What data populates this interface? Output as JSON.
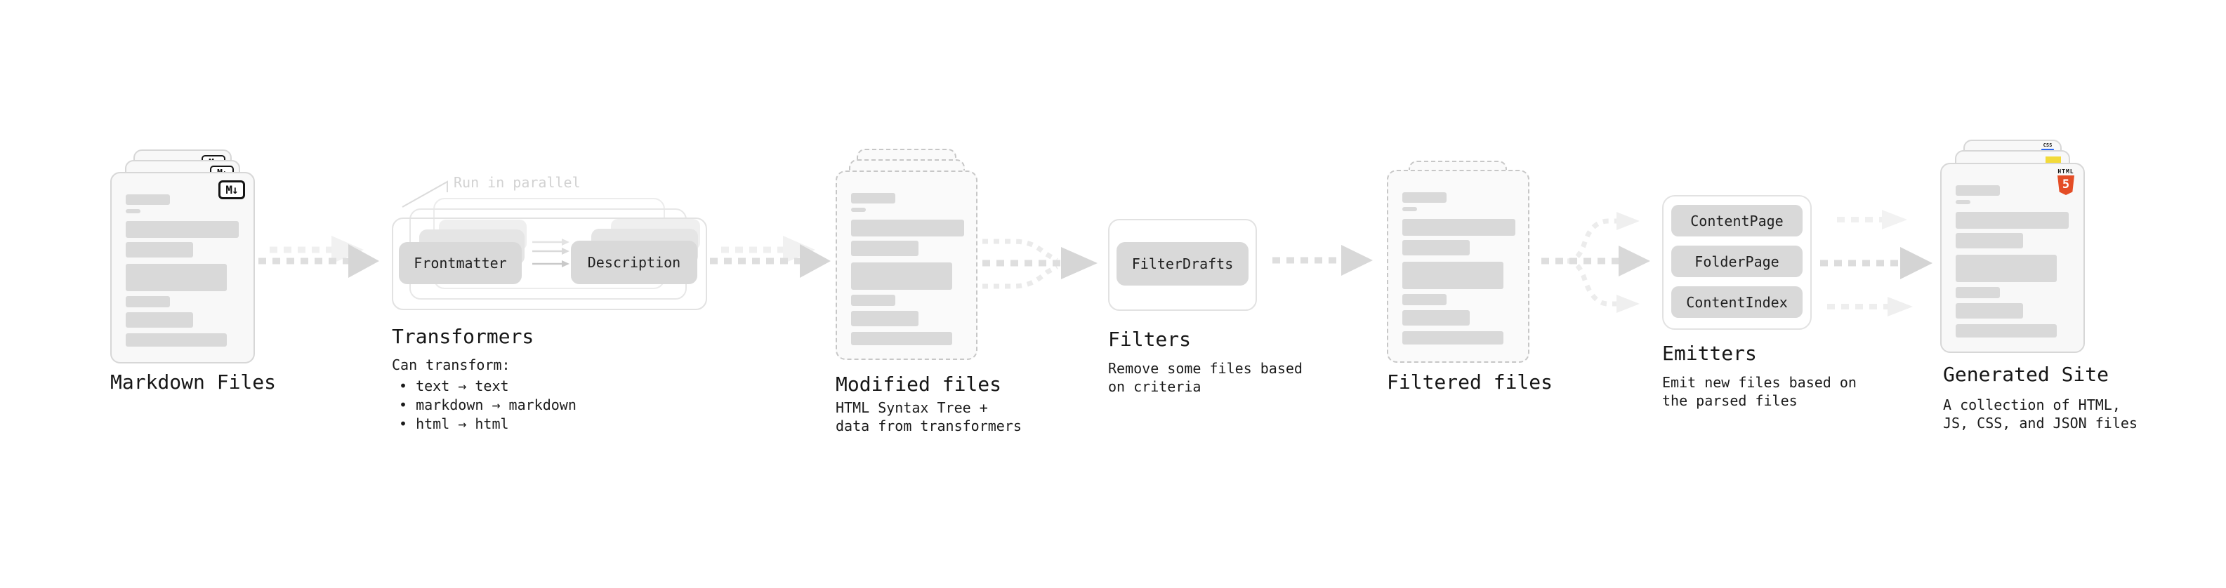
{
  "stages": {
    "markdown_files": {
      "label": "Markdown Files",
      "badge_text": "M↓"
    },
    "transformers": {
      "label": "Transformers",
      "note": "Run in parallel",
      "pills": [
        "Frontmatter",
        "Description"
      ],
      "desc_title": "Can transform:",
      "bullets": [
        "• text → text",
        "• markdown → markdown",
        "• html → html"
      ]
    },
    "modified_files": {
      "label": "Modified files",
      "desc_lines": [
        "HTML Syntax Tree +",
        "data from transformers"
      ]
    },
    "filters": {
      "label": "Filters",
      "pills": [
        "FilterDrafts"
      ],
      "desc_lines": [
        "Remove some files based",
        "on criteria"
      ]
    },
    "filtered_files": {
      "label": "Filtered files"
    },
    "emitters": {
      "label": "Emitters",
      "pills": [
        "ContentPage",
        "FolderPage",
        "ContentIndex"
      ],
      "desc_lines": [
        "Emit new files based on",
        "the parsed files"
      ]
    },
    "generated_site": {
      "label": "Generated Site",
      "desc_lines": [
        "A collection of HTML,",
        "JS, CSS, and JSON files"
      ],
      "badges": {
        "css": "CSS",
        "html5_word": "HTML",
        "html5_number": "5"
      }
    }
  },
  "colors": {
    "html5_orange": "#e44d26",
    "css_blue": "#2965f1",
    "js_yellow": "#f2da3a",
    "arrow_gray": "#d6d6d6"
  }
}
